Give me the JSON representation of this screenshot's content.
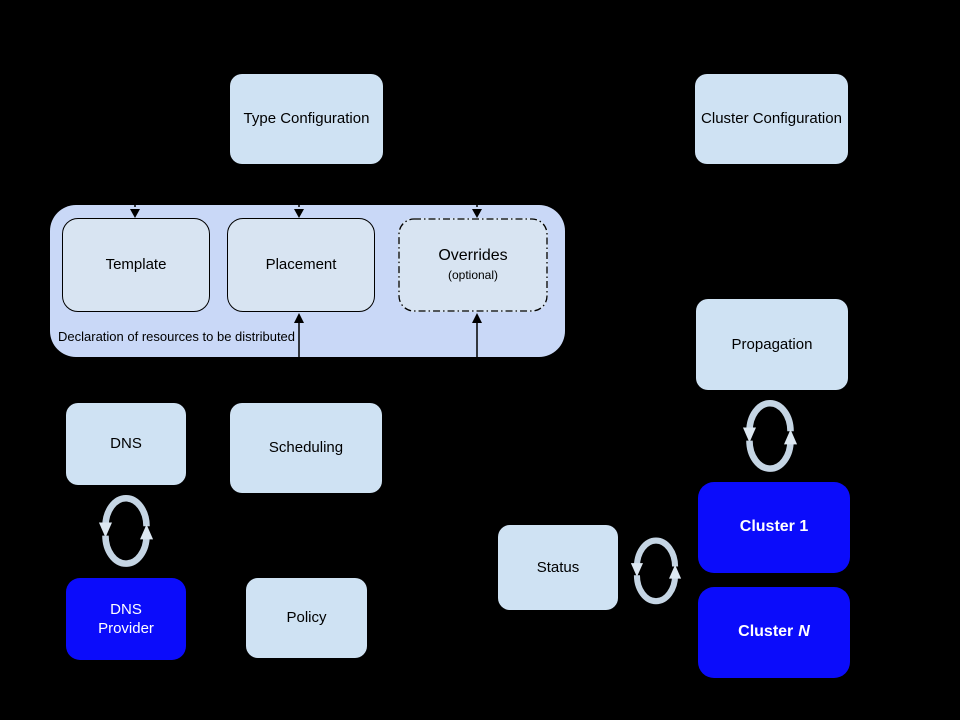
{
  "diagram": {
    "nodes": {
      "type_configuration": {
        "label": "Type Configuration"
      },
      "cluster_configuration": {
        "label": "Cluster Configuration"
      },
      "template": {
        "label": "Template"
      },
      "placement": {
        "label": "Placement"
      },
      "overrides": {
        "label": "Overrides",
        "note": "(optional)"
      },
      "declaration_group": {
        "caption": "Declaration of resources to be distributed"
      },
      "dns": {
        "label": "DNS"
      },
      "scheduling": {
        "label": "Scheduling"
      },
      "dns_provider": {
        "label": "DNS Provider"
      },
      "policy": {
        "label": "Policy"
      },
      "propagation": {
        "label": "Propagation"
      },
      "status": {
        "label": "Status"
      },
      "cluster_1": {
        "label": "Cluster 1"
      },
      "cluster_n": {
        "prefix": "Cluster",
        "suffix": "N"
      }
    },
    "icons": {
      "sync": "sync-cycle-arrows"
    },
    "colors": {
      "background": "#000000",
      "light_box_fill": "#cfe2f3",
      "inner_box_fill": "#d8e4f2",
      "group_fill": "#c9d8f7",
      "cluster_blue_fill": "#0b0cfb",
      "box_text": "#000000",
      "blue_box_text": "#ffffff",
      "connector_line": "#000000",
      "sync_arrow": "#c5d5e4"
    }
  }
}
